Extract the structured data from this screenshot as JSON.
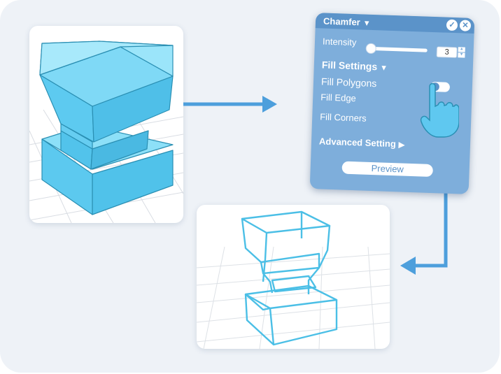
{
  "panel": {
    "title": "Chamfer",
    "title_caret": "▼",
    "intensity_label": "Intensity",
    "intensity_value": "3",
    "fill_settings_label": "Fill Settings",
    "fill_settings_caret": "▼",
    "fill_polygons_label": "Fill Polygons",
    "fill_edge_label": "Fill Edge",
    "fill_corners_label": "Fill Corners",
    "advanced_label": "Advanced Setting",
    "advanced_caret": "▶",
    "preview_label": "Preview"
  },
  "icons": [
    "check-icon",
    "close-icon",
    "hand-pointer-icon",
    "arrow-right-icon",
    "arrow-down-left-icon"
  ],
  "colors": {
    "panel_bg": "#7eaedb",
    "panel_header": "#5b93c9",
    "solid_blue": "#5fcdf0",
    "wire_blue": "#4bbfe6",
    "arrow_blue": "#4d9fdc",
    "stage_bg": "#eef2f7"
  }
}
